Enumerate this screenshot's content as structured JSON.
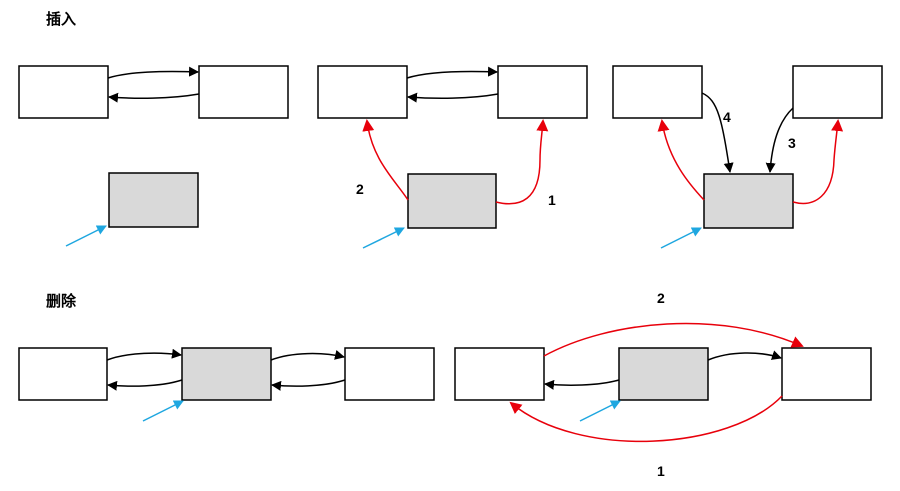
{
  "sections": {
    "insert_title": "插入",
    "delete_title": "删除"
  },
  "steps": {
    "insert_2": "2",
    "insert_1": "1",
    "insert_4": "4",
    "insert_3": "3",
    "delete_2": "2",
    "delete_1": "1"
  },
  "colors": {
    "node_fill": "#ffffff",
    "new_node_fill": "#d9d9d9",
    "black_link": "#000000",
    "red_link": "#e8000b",
    "pointer": "#1fa7e0"
  }
}
